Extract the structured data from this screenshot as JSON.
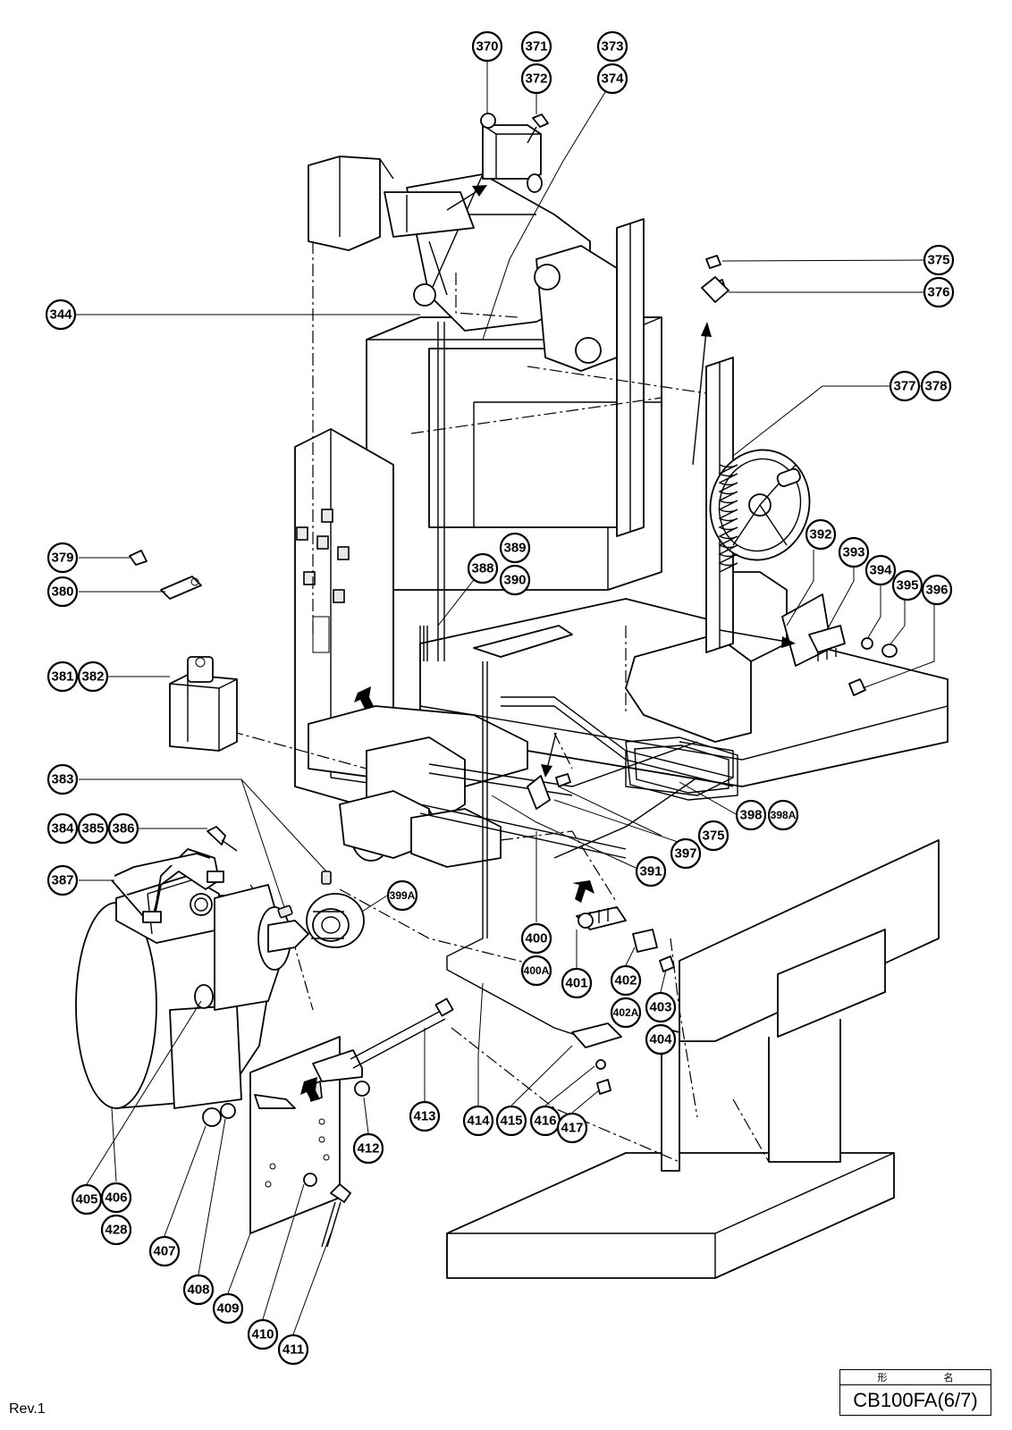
{
  "footer": {
    "revision": "Rev.1"
  },
  "model": {
    "header": "形 名",
    "code": "CB100FA(6/7)"
  },
  "callouts": [
    "370",
    "371",
    "372",
    "373",
    "374",
    "375",
    "376",
    "344",
    "377",
    "378",
    "379",
    "380",
    "388",
    "389",
    "390",
    "392",
    "393",
    "394",
    "395",
    "396",
    "381",
    "382",
    "383",
    "384",
    "385",
    "386",
    "387",
    "398",
    "398A",
    "375",
    "397",
    "391",
    "399A",
    "400",
    "400A",
    "401",
    "402",
    "402A",
    "403",
    "404",
    "413",
    "414",
    "415",
    "416",
    "417",
    "412",
    "405",
    "406",
    "428",
    "407",
    "408",
    "409",
    "410",
    "411"
  ]
}
